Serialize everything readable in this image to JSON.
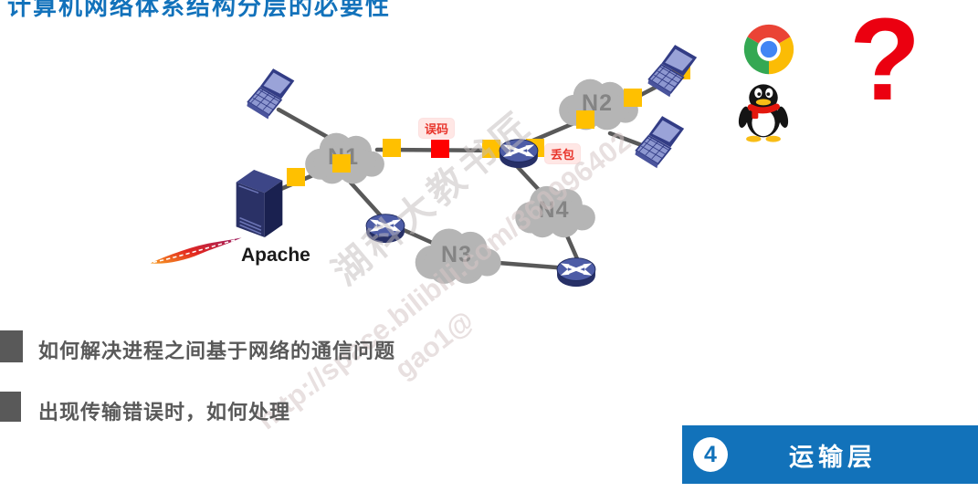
{
  "slide": {
    "title": "计算机网络体系结构分层的必要性",
    "question_mark": "?",
    "bullets": [
      "如何解决进程之间基于网络的通信问题",
      "出现传输错误时，如何处理"
    ],
    "banner": {
      "number": "4",
      "label": "运输层"
    }
  },
  "diagram": {
    "clouds": [
      {
        "label": "N1"
      },
      {
        "label": "N2"
      },
      {
        "label": "N3"
      },
      {
        "label": "N4"
      }
    ],
    "callouts": {
      "bit_error": "误码",
      "packet_loss": "丢包"
    },
    "server_label": "Apache",
    "icons": {
      "web_browser": "chrome-logo-icon",
      "chat_client": "qq-penguin-icon",
      "web_server": "apache-feather-icon",
      "router": "router-icon",
      "host": "laptop-icon"
    }
  },
  "watermark": {
    "brand": "湖科大教书匠",
    "url": "http://space.bilibili.com/360996402",
    "fragment": "gao1@"
  },
  "colors": {
    "accent_blue": "#1272BA",
    "interface_yellow": "#FFC000",
    "error_red": "#FE0000",
    "callout_red": "#E8352C",
    "cloud_gray": "#B5B5B5",
    "text_gray": "#595959"
  }
}
